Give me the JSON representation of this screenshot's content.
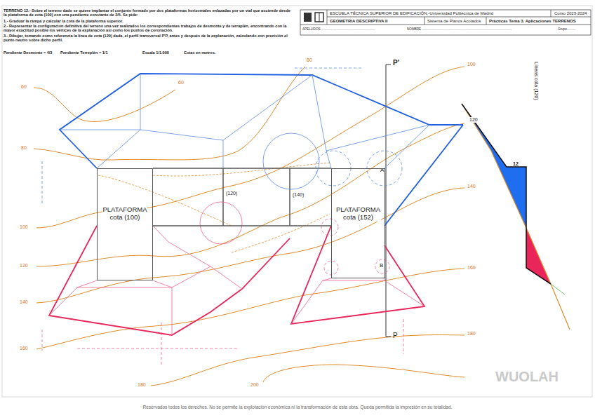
{
  "diagram": {
    "nodes": [
      {
        "text": [
          "PLATAFORMA cota (100)"
        ]
      },
      {
        "text": [
          "PLATAFORMA cota (152)"
        ]
      }
    ],
    "edges": [
      {
        "from": 0,
        "to": 1,
        "arrow": "none"
      }
    ],
    "labels": [
      "TERRENO 12.- Sobre el terreno dado se quiere implantar el conjunto formado por dos plataformas horizontales enlazadas por un vial que asciende desde la plataforma de cota (100) con una pendiente constante de 2/5. Se pide:",
      "1.- Graduar la rampa y calcular la cota de la plataforma superior.",
      "2.- Representar la configuración definitiva del terreno una vez realizados los correspondientes trabajos de desmonte y de terraplén, encontrando con la mayor exactitud posible los vértices de la explanación así como los puntos de coronación.",
      "3.- Dibujar, tomando como referencia la línea de cota (120) dada, el perfil transversal P'P, antes y después de la explanación, calculando con precisión el punto neutro sobre dicho perfil.",
      "Pendiente Desmonte = 4/3",
      "Pendiente Terreplén = 1/1",
      "Escala 1/1.000",
      "Cotas en metros.",
      "ESCUELA TÉCNICA SUPERIOR DE EDIFICACIÓN.-Universidad Politécnica de Madrid",
      "Curso 2023-2024",
      "GEOMETRIA DESCRIPTIVA II",
      "Sistema de Planos Acotados",
      "Prácticas Tema 3. Aplicaciones TERRENOS",
      "APELLIDOS ............................................................",
      "NOMBRE ....................................................................................................",
      "Grupo..........",
      "60",
      "80",
      "100",
      "120",
      "140",
      "160",
      "60",
      "80",
      "100",
      "120",
      "140",
      "160",
      "180",
      "180",
      "200",
      "(120)",
      "(140)",
      "A",
      "B",
      "P'",
      "P",
      "Líneas cota (120)",
      "12",
      "WUOLAH",
      "Reservados todos los derechos. No se permite la explotación económica ni la transformación de esta obra. Queda permitida la impresión en su totalidad."
    ]
  }
}
